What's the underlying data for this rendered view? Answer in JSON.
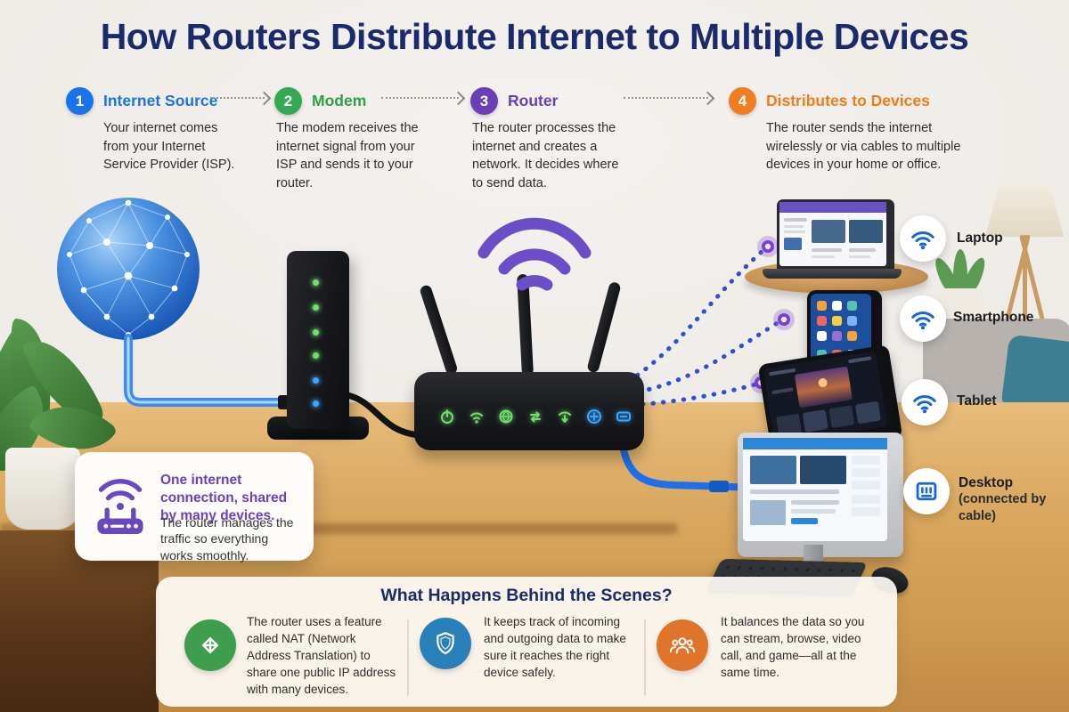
{
  "title": "How Routers Distribute Internet to Multiple Devices",
  "steps": [
    {
      "num": "1",
      "label": "Internet Source",
      "color": "#1a73e8",
      "desc": "Your internet comes from your Internet Service Provider (ISP)."
    },
    {
      "num": "2",
      "label": "Modem",
      "color": "#34a853",
      "desc": "The modem receives the internet signal from your ISP and sends it to your router."
    },
    {
      "num": "3",
      "label": "Router",
      "color": "#6a3fb5",
      "desc": "The router processes the internet and creates a network. It decides where to send data."
    },
    {
      "num": "4",
      "label": "Distributes to Devices",
      "color": "#f07d1f",
      "desc": "The router sends the internet wirelessly or via cables to multiple devices in your home or office."
    }
  ],
  "devices": [
    {
      "label": "Laptop",
      "icon": "wifi-icon"
    },
    {
      "label": "Smartphone",
      "icon": "wifi-icon"
    },
    {
      "label": "Tablet",
      "icon": "wifi-icon"
    },
    {
      "label": "Desktop",
      "sublabel": "(connected by cable)",
      "icon": "ethernet-icon"
    }
  ],
  "callout": {
    "icon": "router-icon",
    "title": "One internet connection, shared by many devices.",
    "body": "The router manages the traffic so everything works smoothly."
  },
  "behind_scenes": {
    "title": "What Happens Behind the Scenes?",
    "items": [
      {
        "icon": "nat-arrows-icon",
        "color": "#3f9e4d",
        "text": "The router uses a feature called NAT (Network Address Translation) to share one public IP address with many devices."
      },
      {
        "icon": "shield-icon",
        "color": "#2980b9",
        "text": "It keeps track of incoming and outgoing data to make sure it reaches the right device safely."
      },
      {
        "icon": "people-icon",
        "color": "#e0742a",
        "text": "It balances the data so you can stream, browse, video call, and game—all at the same time."
      }
    ]
  },
  "colors": {
    "title_navy": "#1b2a6b",
    "step_blue": "#1a73e8",
    "step_green": "#34a853",
    "step_purple": "#6a3fb5",
    "step_orange": "#f07d1f",
    "accent_purple": "#6b46c1",
    "wifi_blue": "#1565d8",
    "cable_blue": "#1e6fe8",
    "led_green": "#6fe06a",
    "led_blue": "#39a7ff",
    "wood": "#d9a75f"
  }
}
